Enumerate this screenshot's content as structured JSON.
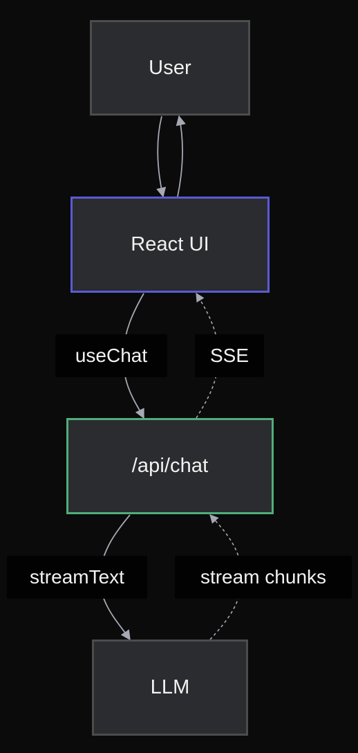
{
  "diagram": {
    "nodes": {
      "user": "User",
      "react_ui": "React UI",
      "api_chat": "/api/chat",
      "llm": "LLM"
    },
    "edges": {
      "user_to_react": "",
      "react_to_user": "",
      "react_to_api": "useChat",
      "api_to_react": "SSE",
      "api_to_llm": "streamText",
      "llm_to_api": "stream chunks"
    },
    "colors": {
      "background": "#0b0b0b",
      "node_fill": "#2b2c2f",
      "node_border_default": "#4c4c4c",
      "node_border_react": "#5b5bd6",
      "node_border_api": "#4fae7a",
      "edge": "#a6a8b3",
      "text": "#f2f2f2",
      "label_bg": "#020202"
    }
  }
}
